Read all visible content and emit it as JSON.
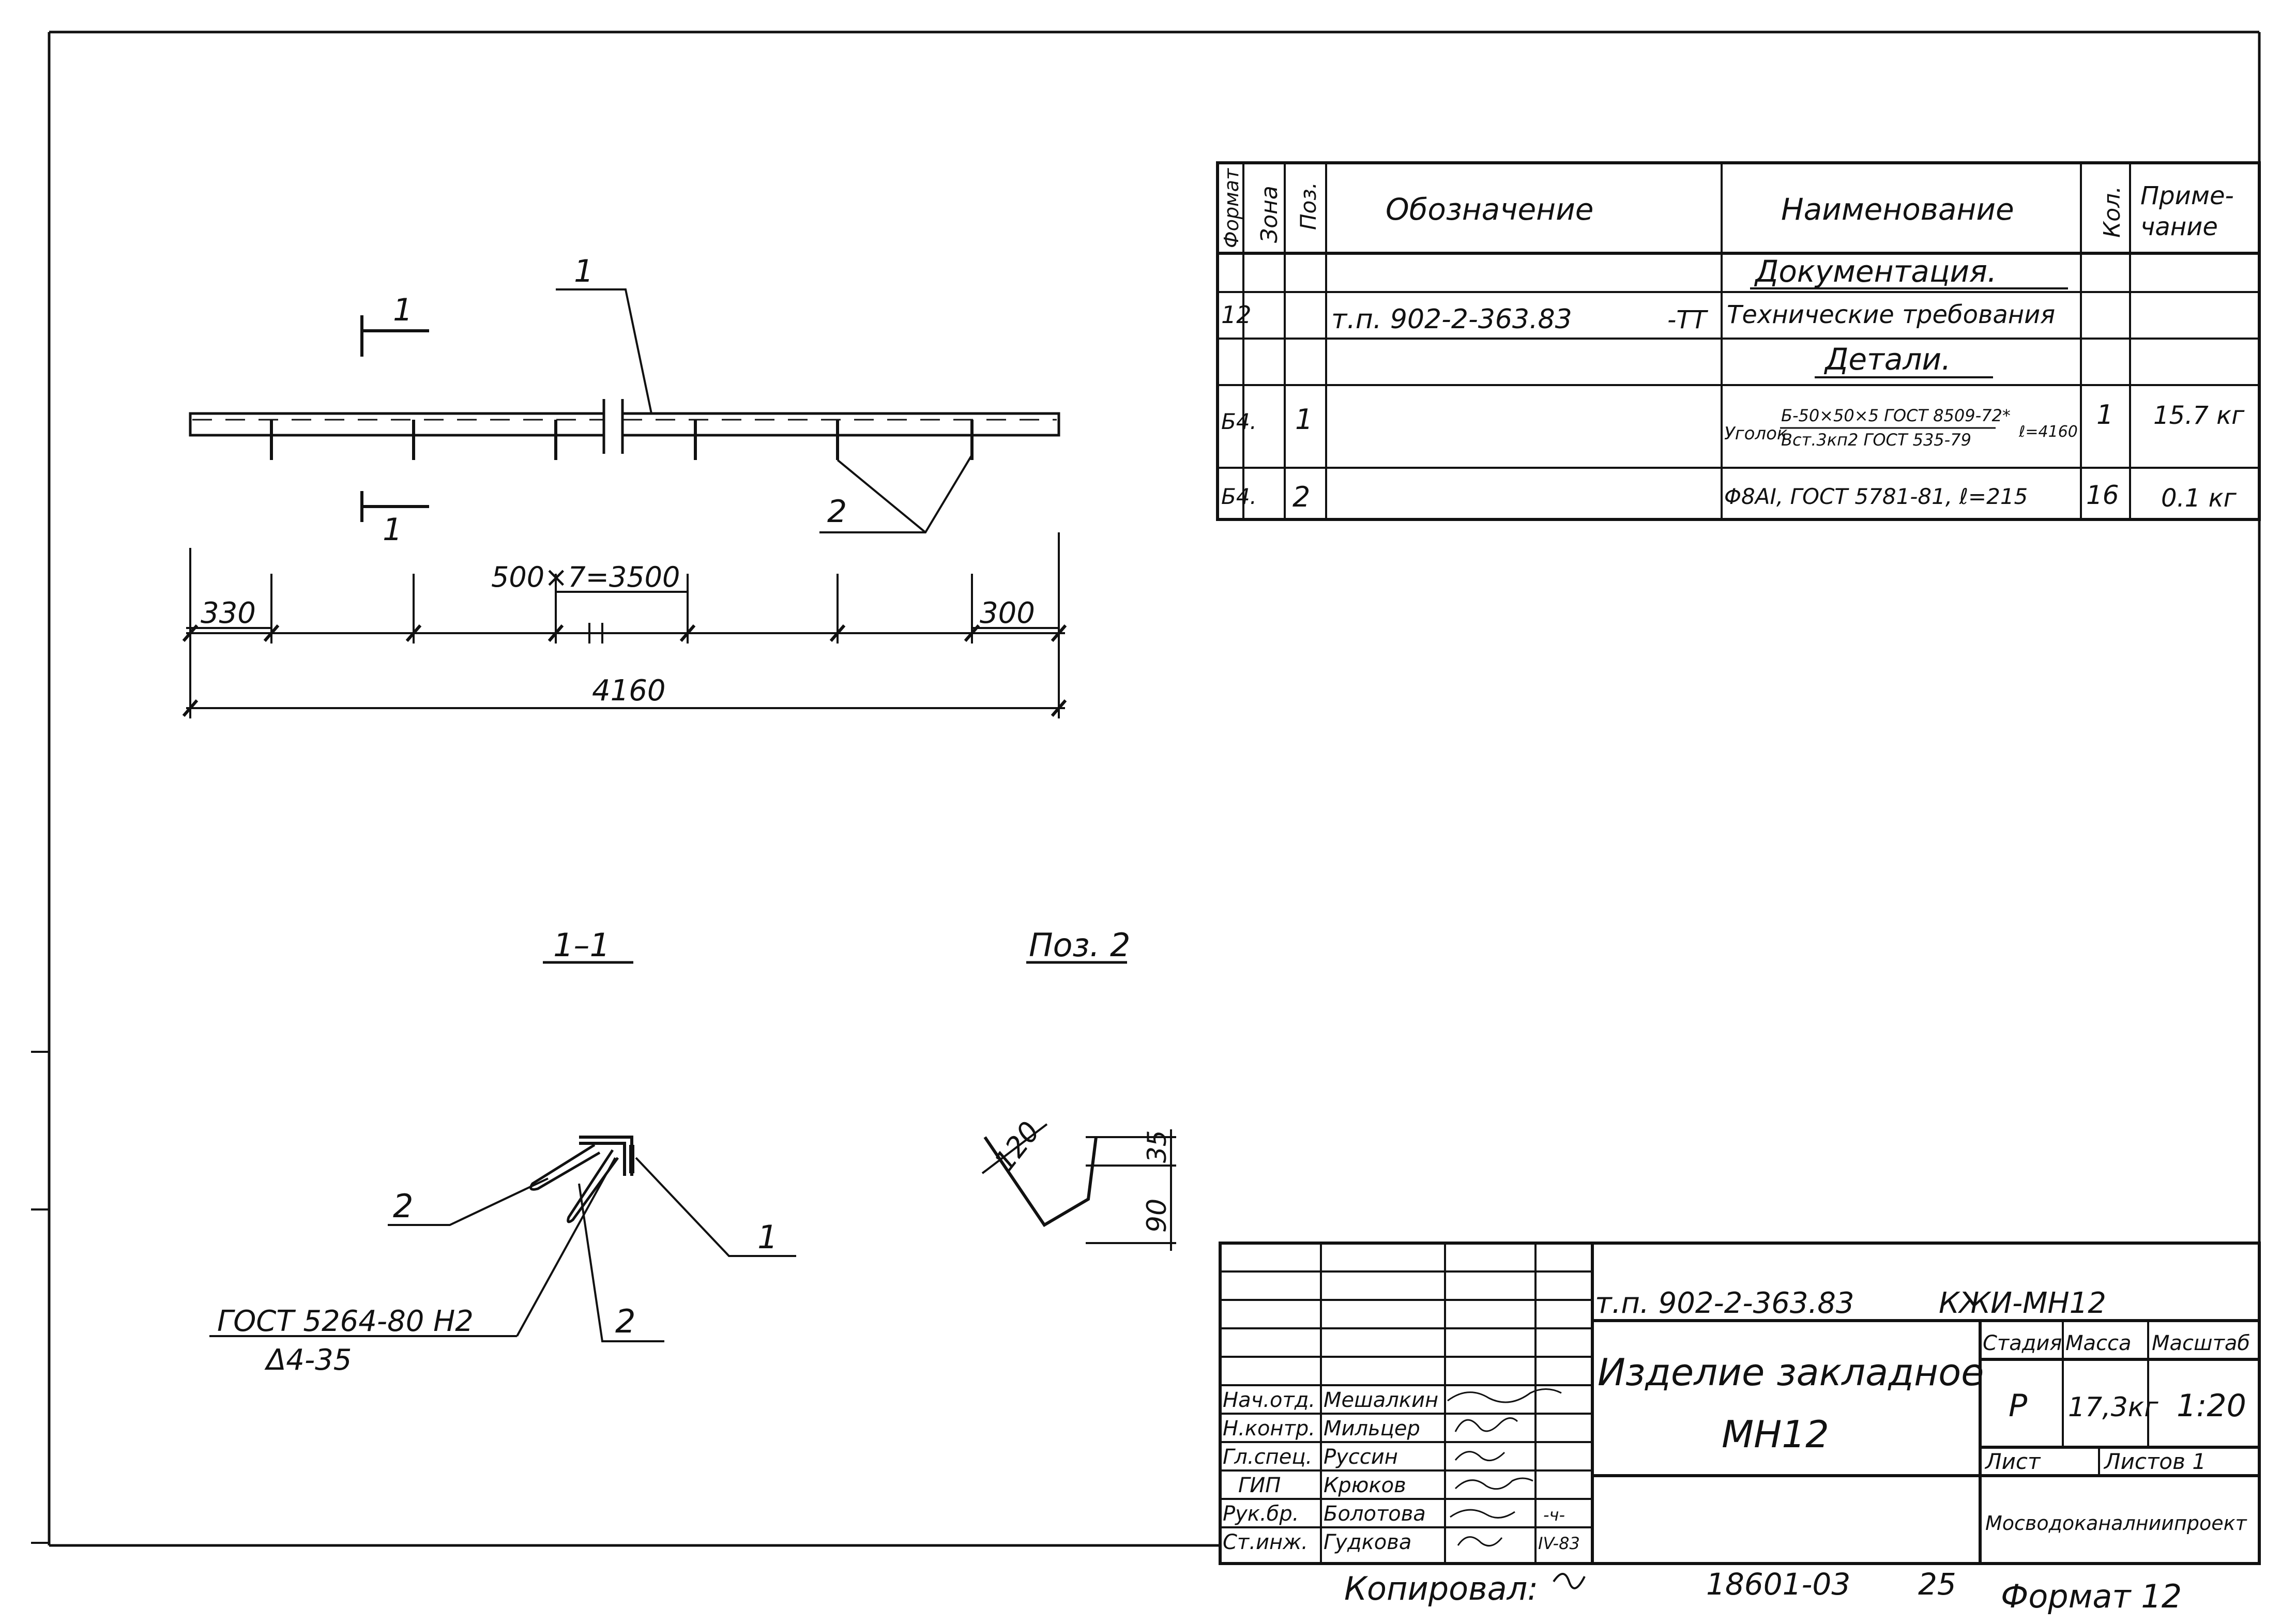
{
  "drawing": {
    "elevation": {
      "pos_label_top": "1",
      "pos_label_bottom": "2",
      "section_mark_top": "1",
      "section_mark_bottom": "1",
      "dim_left": "330",
      "dim_middle": "500×7=3500",
      "dim_right": "300",
      "dim_total": "4160"
    },
    "section_view": {
      "title": "1–1",
      "label_2a": "2",
      "label_2b": "2",
      "label_1": "1",
      "weld_note_line1": "ГОСТ 5264-80 Н2",
      "weld_note_line2": "Δ4-35"
    },
    "detail_view": {
      "title": "Поз. 2",
      "dim_120": "120",
      "dim_35": "35",
      "dim_90": "90"
    }
  },
  "spec_table": {
    "headers": {
      "format": "Формат",
      "zone": "Зона",
      "pos": "Поз.",
      "designation": "Обозначение",
      "name": "Наименование",
      "qty": "Кол.",
      "note_line1": "Приме-",
      "note_line2": "чание"
    },
    "section_docs": "Документация.",
    "row_docs": {
      "format": "12",
      "designation_a": "т.п. 902-2-363.83",
      "designation_b": "-ТТ",
      "name": "Технические требования"
    },
    "section_parts": "Детали.",
    "row_pos1": {
      "format": "Б4.",
      "pos": "1",
      "name_prefix": "Уголок",
      "name_top": "Б-50×50×5 ГОСТ 8509-72*",
      "name_bottom": "Вст.3кп2 ГОСТ 535-79",
      "name_suffix": "ℓ=4160",
      "qty": "1",
      "note": "15.7 кг"
    },
    "row_pos2": {
      "format": "Б4.",
      "pos": "2",
      "name": "Φ8АI, ГОСТ 5781-81, ℓ=215",
      "qty": "16",
      "note": "0.1 кг"
    }
  },
  "title_block": {
    "doc_code": "т.п. 902-2-363.83",
    "doc_suffix": "КЖИ-МН12",
    "item_name_line1": "Изделие закладное",
    "item_name_line2": "МН12",
    "stage_header": "Стадия",
    "mass_header": "Масса",
    "scale_header": "Масштаб",
    "stage": "Р",
    "mass": "17,3кг",
    "scale": "1:20",
    "sheet_label": "Лист",
    "sheets_label": "Листов 1",
    "organization": "Мосводоканалниипроект",
    "staff": [
      {
        "role": "Нач.отд.",
        "name": "Мешалкин",
        "sign": "",
        "date": ""
      },
      {
        "role": "Н.контр.",
        "name": "Мильцер",
        "sign": "",
        "date": ""
      },
      {
        "role": "Гл.спец.",
        "name": "Руссин",
        "sign": "",
        "date": ""
      },
      {
        "role": "ГИП",
        "name": "Крюков",
        "sign": "",
        "date": ""
      },
      {
        "role": "Рук.бр.",
        "name": "Болотова",
        "sign": "",
        "date": "-ч-"
      },
      {
        "role": "Ст.инж.",
        "name": "Гудкова",
        "sign": "",
        "date": "IV-83"
      }
    ]
  },
  "footer": {
    "copied_by": "Копировал:",
    "archive_no": "18601-03",
    "sheet_no": "25",
    "format": "Формат 12"
  }
}
